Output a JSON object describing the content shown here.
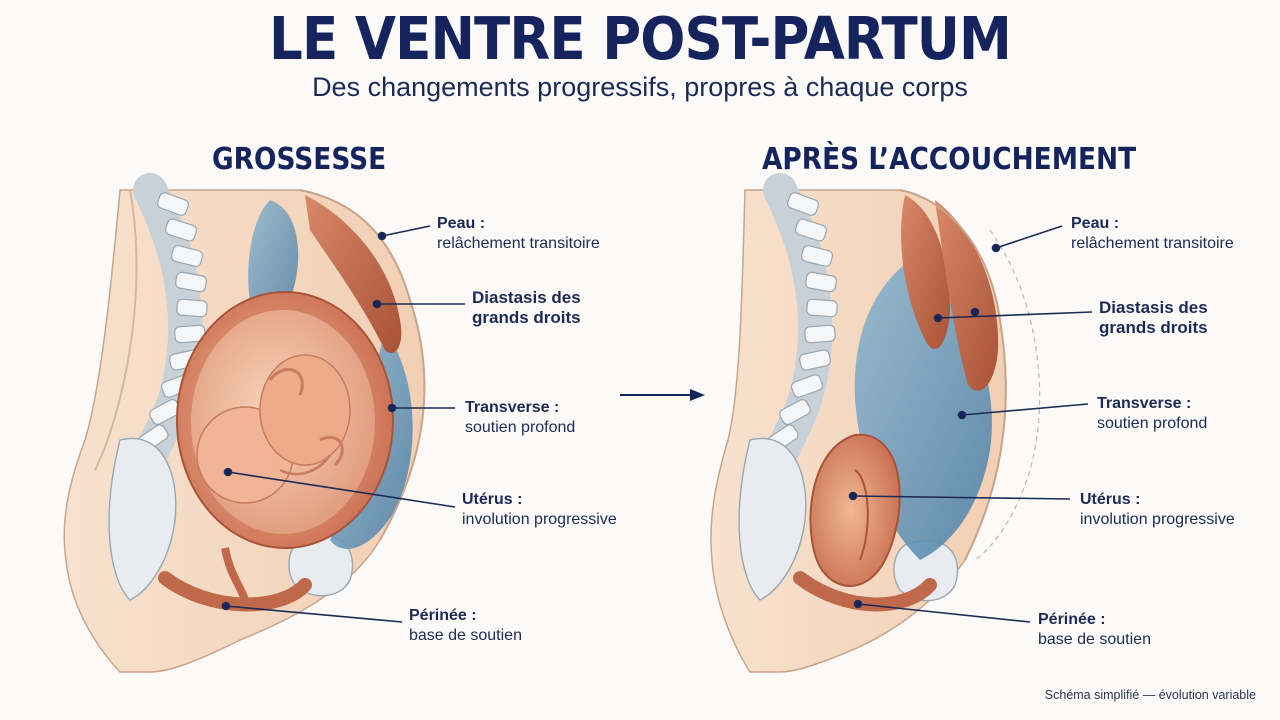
{
  "header": {
    "title": "LE VENTRE POST-PARTUM",
    "subtitle": "Des changements progressifs, propres à chaque corps"
  },
  "panels": [
    {
      "title": "GROSSESSE",
      "labels": [
        {
          "name": "Peau :",
          "desc": "relâchement transitoire"
        },
        {
          "name": "Diastasis des",
          "desc": "grands droits"
        },
        {
          "name": "Transverse :",
          "desc": "soutien profond"
        },
        {
          "name": "Utérus :",
          "desc": "involution progressive"
        },
        {
          "name": "Périnée :",
          "desc": "base de soutien"
        }
      ]
    },
    {
      "title": "APRÈS L’ACCOUCHEMENT",
      "labels": [
        {
          "name": "Peau :",
          "desc": "relâchement transitoire"
        },
        {
          "name": "Diastasis des",
          "desc": "grands droits"
        },
        {
          "name": "Transverse :",
          "desc": "soutien profond"
        },
        {
          "name": "Utérus :",
          "desc": "involution progressive"
        },
        {
          "name": "Périnée :",
          "desc": "base de soutien"
        }
      ]
    }
  ],
  "footnote": "Schéma simplifié — évolution variable",
  "colors": {
    "navy": "#16245e",
    "skin": "#f3d3b8",
    "muscle": "#c0684a",
    "transverse": "#5d8fb3",
    "uterus": "#d9876a",
    "bone": "#e8ecf0"
  }
}
